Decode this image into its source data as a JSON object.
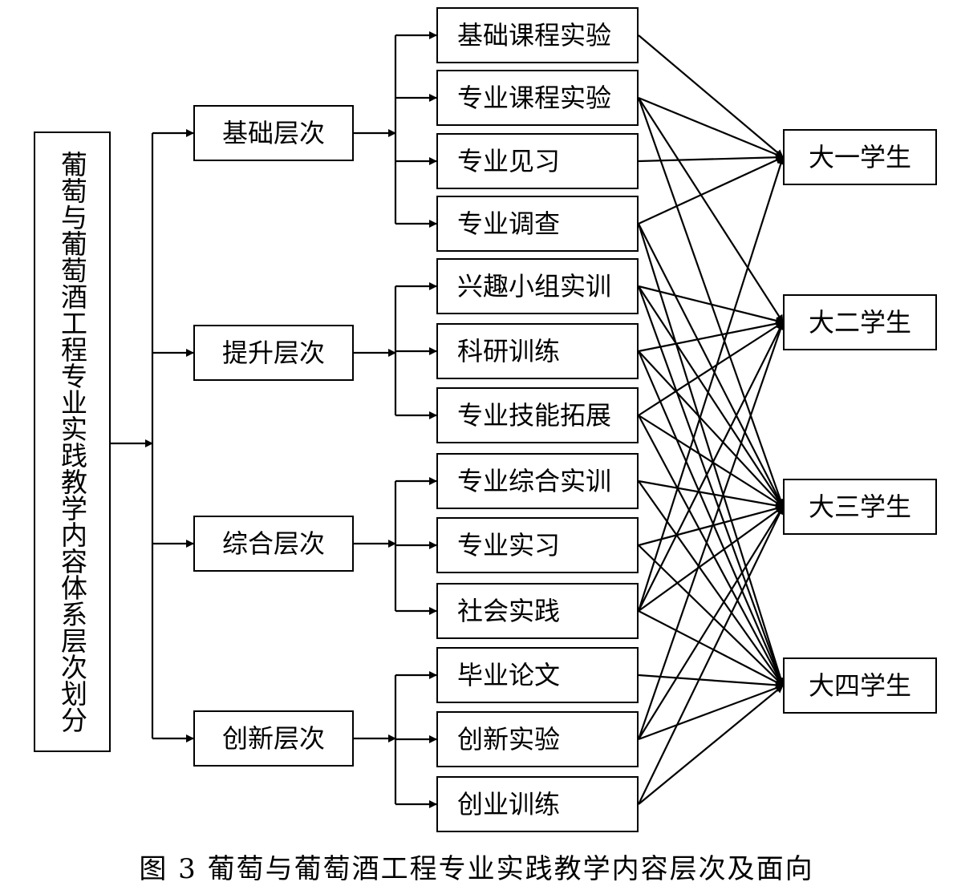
{
  "root": {
    "label": "葡萄与葡萄酒工程专业实践教学内容体系层次划分"
  },
  "levels": [
    {
      "label": "基础层次",
      "activities": [
        "基础课程实验",
        "专业课程实验",
        "专业见习",
        "专业调查"
      ]
    },
    {
      "label": "提升层次",
      "activities": [
        "兴趣小组实训",
        "科研训练",
        "专业技能拓展"
      ]
    },
    {
      "label": "综合层次",
      "activities": [
        "专业综合实训",
        "专业实习",
        "社会实践"
      ]
    },
    {
      "label": "创新层次",
      "activities": [
        "毕业论文",
        "创新实验",
        "创业训练"
      ]
    }
  ],
  "audiences": [
    "大一学生",
    "大二学生",
    "大三学生",
    "大四学生"
  ],
  "links": [
    [
      "基础课程实验",
      "大一学生"
    ],
    [
      "专业课程实验",
      "大一学生"
    ],
    [
      "专业课程实验",
      "大二学生"
    ],
    [
      "专业课程实验",
      "大三学生"
    ],
    [
      "专业见习",
      "大一学生"
    ],
    [
      "专业调查",
      "大一学生"
    ],
    [
      "专业调查",
      "大三学生"
    ],
    [
      "专业调查",
      "大四学生"
    ],
    [
      "兴趣小组实训",
      "大二学生"
    ],
    [
      "兴趣小组实训",
      "大三学生"
    ],
    [
      "兴趣小组实训",
      "大四学生"
    ],
    [
      "科研训练",
      "大二学生"
    ],
    [
      "科研训练",
      "大三学生"
    ],
    [
      "科研训练",
      "大四学生"
    ],
    [
      "专业技能拓展",
      "大二学生"
    ],
    [
      "专业技能拓展",
      "大三学生"
    ],
    [
      "专业技能拓展",
      "大四学生"
    ],
    [
      "专业综合实训",
      "大三学生"
    ],
    [
      "专业综合实训",
      "大四学生"
    ],
    [
      "专业实习",
      "大三学生"
    ],
    [
      "专业实习",
      "大四学生"
    ],
    [
      "社会实践",
      "大一学生"
    ],
    [
      "社会实践",
      "大二学生"
    ],
    [
      "社会实践",
      "大三学生"
    ],
    [
      "社会实践",
      "大四学生"
    ],
    [
      "毕业论文",
      "大四学生"
    ],
    [
      "创新实验",
      "大二学生"
    ],
    [
      "创新实验",
      "大三学生"
    ],
    [
      "创新实验",
      "大四学生"
    ],
    [
      "创业训练",
      "大三学生"
    ],
    [
      "创业训练",
      "大四学生"
    ]
  ],
  "caption": "图 3  葡萄与葡萄酒工程专业实践教学内容层次及面向"
}
